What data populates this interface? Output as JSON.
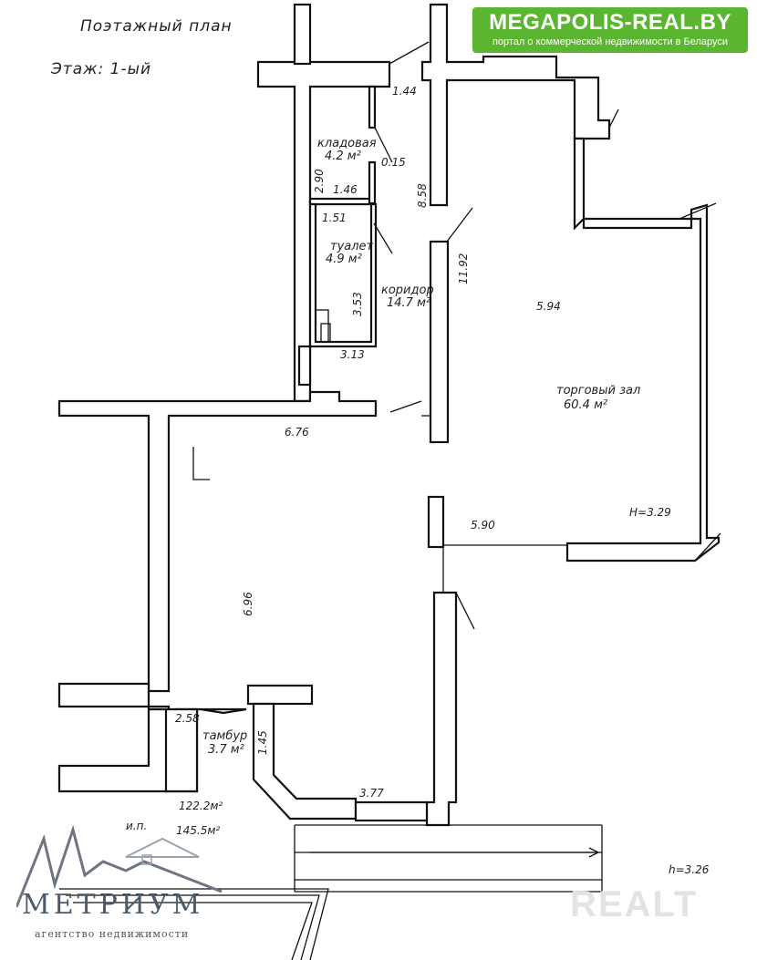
{
  "header": {
    "title": "Поэтажный план",
    "floor": "Этаж:   1-ый"
  },
  "badge": {
    "title": "MEGAPOLIS-REAL.BY",
    "subtitle": "портал о коммерческой недвижимости в Беларуси",
    "color": "#5cb531"
  },
  "rooms": {
    "storage": {
      "name": "кладовая",
      "area": "4.2 м²"
    },
    "toilet": {
      "name": "туалет",
      "area": "4.9 м²"
    },
    "corridor": {
      "name": "коридор",
      "area": "14.7 м²"
    },
    "hall": {
      "name": "торговый зал",
      "area": "60.4 м²"
    },
    "vestibule": {
      "name": "тамбур",
      "area": "3.7 м²"
    }
  },
  "dimensions": {
    "d144": "1.44",
    "d015": "0.15",
    "d290": "2.90",
    "d146": "1.46",
    "d858": "8.58",
    "d151": "1.51",
    "d1192": "11.92",
    "d353": "3.53",
    "d313": "3.13",
    "d594": "5.94",
    "d676": "6.76",
    "d590": "5.90",
    "d696": "6.96",
    "d258": "2.58",
    "d145": "1.45",
    "d377": "3.77"
  },
  "heights": {
    "hall": "H=3.29",
    "building": "h=3.26"
  },
  "totals": {
    "total": "122.2м²",
    "ip_label": "и.п.",
    "ip_area": "145.5м²"
  },
  "brand": {
    "name": "МЕТРИУМ",
    "subtitle": "агентство недвижимости"
  },
  "watermark": "REALT"
}
